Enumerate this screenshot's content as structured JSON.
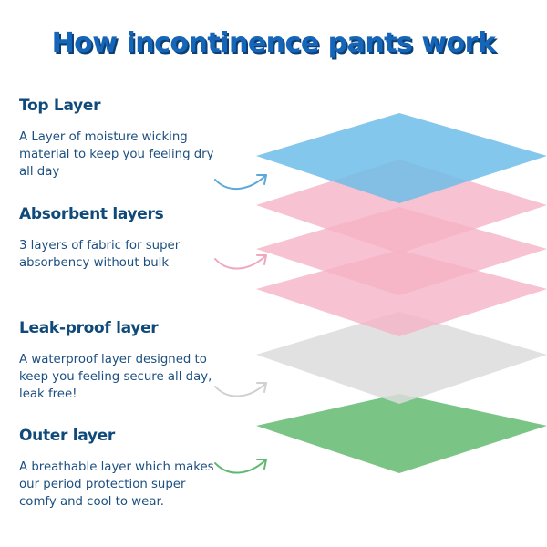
{
  "title": "How incontinence pants work",
  "colors": {
    "title": "#1565b8",
    "heading": "#0f4a7a",
    "text": "#1c4f80",
    "top_layer": "#6fbde9",
    "absorbent_layer": "#f5b3c6",
    "leak_proof_layer": "#dcdcdc",
    "outer_layer": "#6cbf78",
    "arrow_blue": "#5aa9d8",
    "arrow_pink": "#f0a8bf",
    "arrow_grey": "#d0d0d0",
    "arrow_green": "#5fb872"
  },
  "layers": [
    {
      "heading": "Top Layer",
      "description": "A Layer of moisture wicking material to keep you feeling dry all day"
    },
    {
      "heading": "Absorbent layers",
      "description": "3 layers of fabric for super absorbency without bulk"
    },
    {
      "heading": "Leak-proof layer",
      "description": "A waterproof layer designed to keep you feeling secure all day, leak free!"
    },
    {
      "heading": "Outer layer",
      "description": "A breathable layer which makes our period protection super comfy and cool to wear."
    }
  ]
}
